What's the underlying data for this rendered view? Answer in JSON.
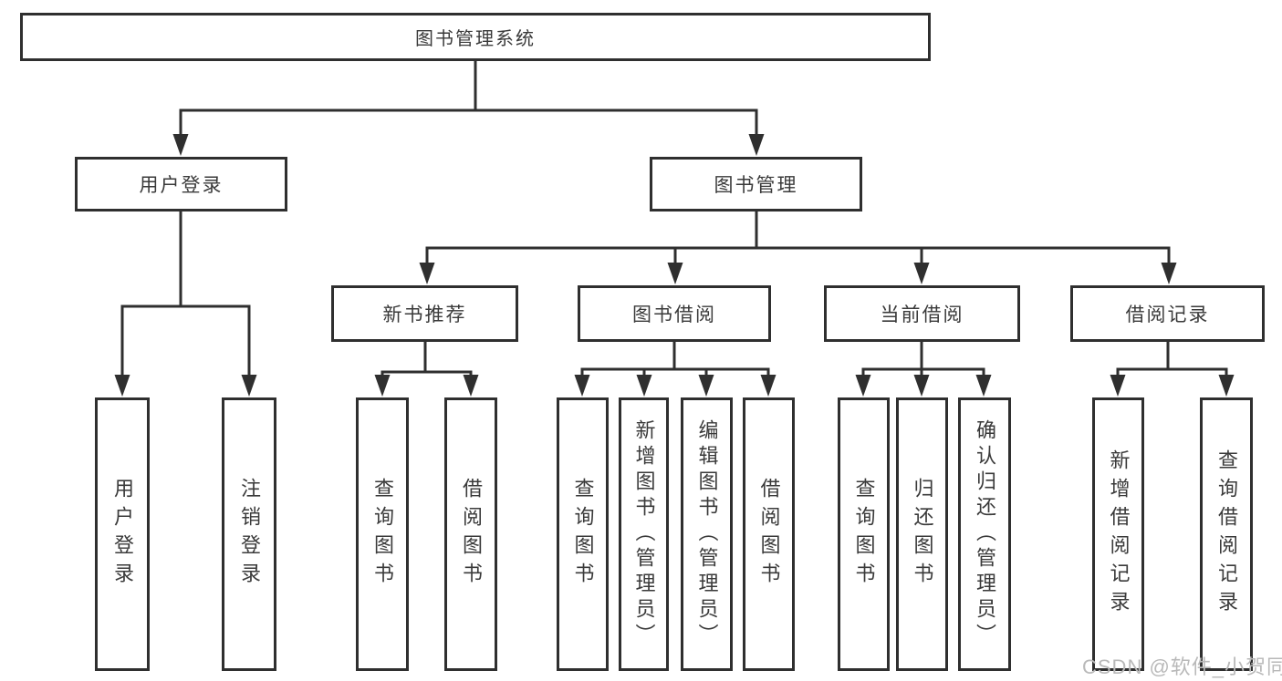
{
  "diagram": {
    "type": "tree",
    "root": {
      "label": "图书管理系统"
    },
    "level2": [
      {
        "id": "user-login",
        "label": "用户登录",
        "parent": "图书管理系统"
      },
      {
        "id": "book-management",
        "label": "图书管理",
        "parent": "图书管理系统"
      }
    ],
    "level3": [
      {
        "id": "new-book-recommend",
        "label": "新书推荐",
        "parent": "图书管理"
      },
      {
        "id": "book-borrowing",
        "label": "图书借阅",
        "parent": "图书管理"
      },
      {
        "id": "current-borrowing",
        "label": "当前借阅",
        "parent": "图书管理"
      },
      {
        "id": "borrowing-records",
        "label": "借阅记录",
        "parent": "图书管理"
      }
    ],
    "leaves": [
      {
        "label": "用户登录",
        "parent": "用户登录"
      },
      {
        "label": "注销登录",
        "parent": "用户登录"
      },
      {
        "label": "查询图书",
        "parent": "新书推荐"
      },
      {
        "label": "借阅图书",
        "parent": "新书推荐"
      },
      {
        "label": "查询图书",
        "parent": "图书借阅"
      },
      {
        "label": "新增图书（管理员）",
        "parent": "图书借阅"
      },
      {
        "label": "编辑图书（管理员）",
        "parent": "图书借阅"
      },
      {
        "label": "借阅图书",
        "parent": "图书借阅"
      },
      {
        "label": "查询图书",
        "parent": "当前借阅"
      },
      {
        "label": "归还图书",
        "parent": "当前借阅"
      },
      {
        "label": "确认归还（管理员）",
        "parent": "当前借阅"
      },
      {
        "label": "新增借阅记录",
        "parent": "借阅记录"
      },
      {
        "label": "查询借阅记录",
        "parent": "借阅记录"
      }
    ]
  },
  "watermark": {
    "text": "CSDN @软件_小贺同学"
  },
  "colors": {
    "line": "#2f2f2f",
    "box_border": "#2f2f2f",
    "text": "#3a3a3a",
    "watermark": "#b9b9b9",
    "background": "#ffffff"
  }
}
